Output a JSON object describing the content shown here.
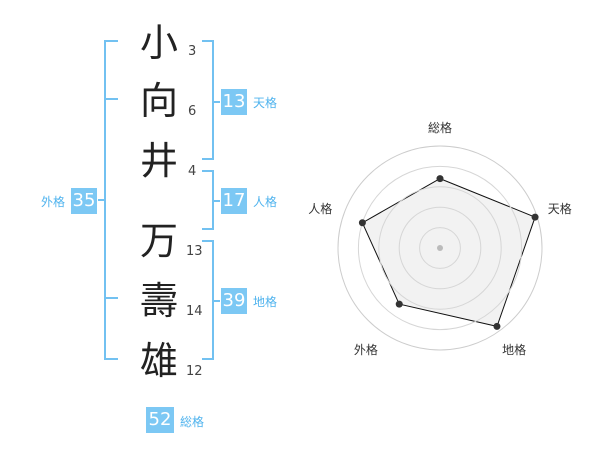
{
  "name": {
    "chars": [
      {
        "char": "小",
        "strokes": "3"
      },
      {
        "char": "向",
        "strokes": "6"
      },
      {
        "char": "井",
        "strokes": "4"
      },
      {
        "char": "万",
        "strokes": "13"
      },
      {
        "char": "壽",
        "strokes": "14"
      },
      {
        "char": "雄",
        "strokes": "12"
      }
    ]
  },
  "fortunes": {
    "tenkaku": {
      "value": "13",
      "label": "天格"
    },
    "jinkaku": {
      "value": "17",
      "label": "人格"
    },
    "chikaku": {
      "value": "39",
      "label": "地格"
    },
    "gaikaku": {
      "value": "35",
      "label": "外格"
    },
    "soukaku": {
      "value": "52",
      "label": "総格"
    }
  },
  "chart_data": {
    "type": "radar",
    "axes": [
      "総格",
      "天格",
      "地格",
      "外格",
      "人格"
    ],
    "rings": 5,
    "values": [
      0.68,
      0.98,
      0.95,
      0.68,
      0.8
    ],
    "colors": {
      "fill": "#f0f0f0",
      "line": "#111111",
      "ring": "#cccccc",
      "point": "#333333"
    }
  }
}
